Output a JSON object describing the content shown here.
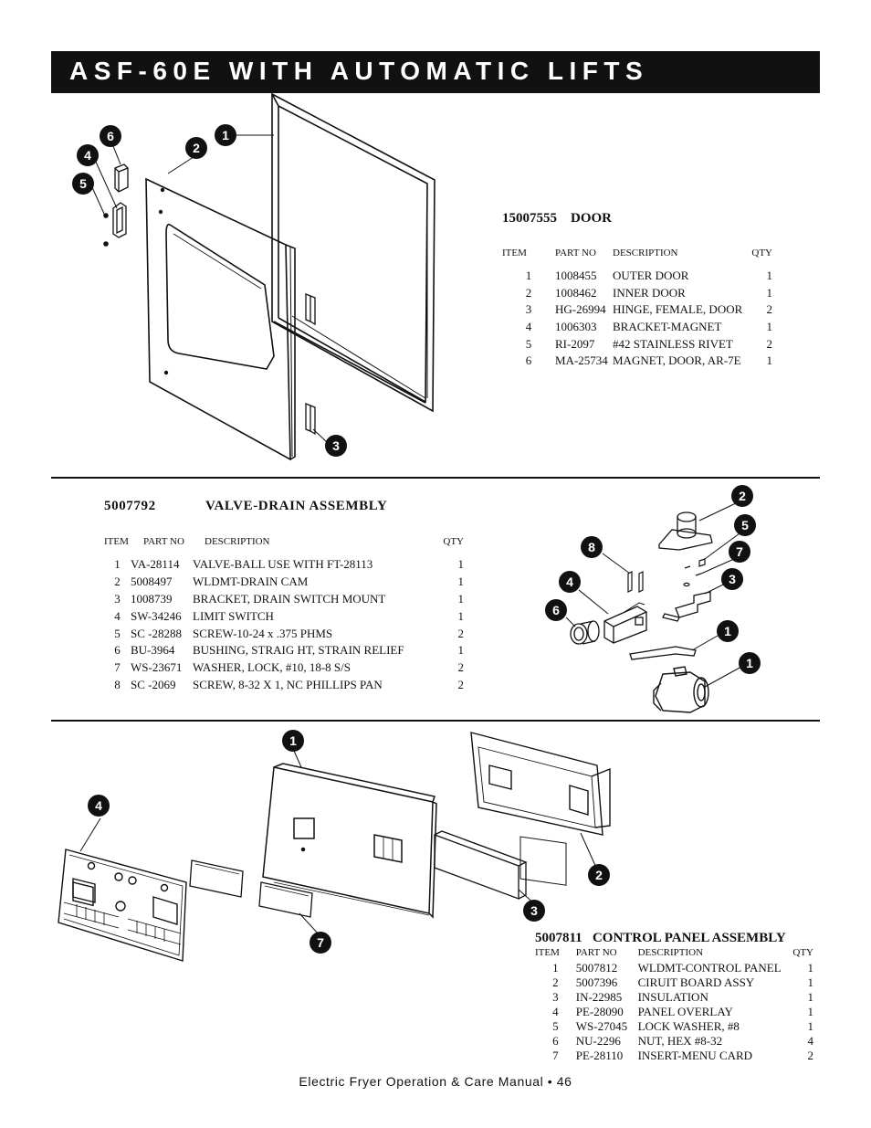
{
  "title": "ASF-60E WITH AUTOMATIC LIFTS",
  "footer": "Electric Fryer Operation & Care Manual • 46",
  "door": {
    "part_no": "15007555",
    "name": "DOOR",
    "headers": {
      "item": "ITEM",
      "part_no": "PART NO",
      "description": "DESCRIPTION",
      "qty": "QTY"
    },
    "rows": [
      {
        "item": "1",
        "part_no": "1008455",
        "description": "OUTER DOOR",
        "qty": "1"
      },
      {
        "item": "2",
        "part_no": "1008462",
        "description": "INNER DOOR",
        "qty": "1"
      },
      {
        "item": "3",
        "part_no": "HG-26994",
        "description": "HINGE, FEMALE, DOOR",
        "qty": "2"
      },
      {
        "item": "4",
        "part_no": "1006303",
        "description": "BRACKET-MAGNET",
        "qty": "1"
      },
      {
        "item": "5",
        "part_no": "RI-2097",
        "description": "#42 STAINLESS RIVET",
        "qty": "2"
      },
      {
        "item": "6",
        "part_no": "MA-25734",
        "description": "MAGNET, DOOR, AR-7E",
        "qty": "1"
      }
    ],
    "callouts": [
      "6",
      "4",
      "5",
      "2",
      "1",
      "3"
    ]
  },
  "valve": {
    "part_no": "5007792",
    "name": "VALVE-DRAIN ASSEMBLY",
    "headers": {
      "item": "ITEM",
      "part_no": "PART NO",
      "description": "DESCRIPTION",
      "qty": "QTY"
    },
    "rows": [
      {
        "item": "1",
        "part_no": "VA-28114",
        "description": "VALVE-BALL USE WITH FT-28113",
        "qty": "1"
      },
      {
        "item": "2",
        "part_no": "5008497",
        "description": "WLDMT-DRAIN CAM",
        "qty": "1"
      },
      {
        "item": "3",
        "part_no": "1008739",
        "description": "BRACKET, DRAIN SWITCH MOUNT",
        "qty": "1"
      },
      {
        "item": "4",
        "part_no": "SW-34246",
        "description": "LIMIT SWITCH",
        "qty": "1"
      },
      {
        "item": "5",
        "part_no": "SC -28288",
        "description": "SCREW-10-24 x .375 PHMS",
        "qty": "2"
      },
      {
        "item": "6",
        "part_no": "BU-3964",
        "description": "BUSHING, STRAIG HT, STRAIN RELIEF",
        "qty": "1"
      },
      {
        "item": "7",
        "part_no": "WS-23671",
        "description": "WASHER, LOCK, #10, 18-8 S/S",
        "qty": "2"
      },
      {
        "item": "8",
        "part_no": "SC -2069",
        "description": "SCREW, 8-32 X 1, NC PHILLIPS PAN",
        "qty": "2"
      }
    ],
    "callouts": [
      "2",
      "5",
      "8",
      "7",
      "4",
      "3",
      "6",
      "1",
      "1"
    ]
  },
  "control": {
    "part_no": "5007811",
    "name": "CONTROL PANEL ASSEMBLY",
    "headers": {
      "item": "ITEM",
      "part_no": "PART NO",
      "description": "DESCRIPTION",
      "qty": "QTY"
    },
    "rows": [
      {
        "item": "1",
        "part_no": "5007812",
        "description": "WLDMT-CONTROL PANEL",
        "qty": "1"
      },
      {
        "item": "2",
        "part_no": "5007396",
        "description": "CIRUIT BOARD ASSY",
        "qty": "1"
      },
      {
        "item": "3",
        "part_no": "IN-22985",
        "description": "INSULATION",
        "qty": "1"
      },
      {
        "item": "4",
        "part_no": "PE-28090",
        "description": "PANEL OVERLAY",
        "qty": "1"
      },
      {
        "item": "5",
        "part_no": "WS-27045",
        "description": "LOCK WASHER, #8",
        "qty": "1"
      },
      {
        "item": "6",
        "part_no": "NU-2296",
        "description": "NUT, HEX #8-32",
        "qty": "4"
      },
      {
        "item": "7",
        "part_no": "PE-28110",
        "description": "INSERT-MENU CARD",
        "qty": "2"
      }
    ],
    "callouts": [
      "1",
      "4",
      "2",
      "3",
      "7"
    ]
  },
  "drawings": {
    "door": "door-exploded-view",
    "valve": "drain-valve-exploded-view",
    "control": "control-panel-exploded-view"
  }
}
